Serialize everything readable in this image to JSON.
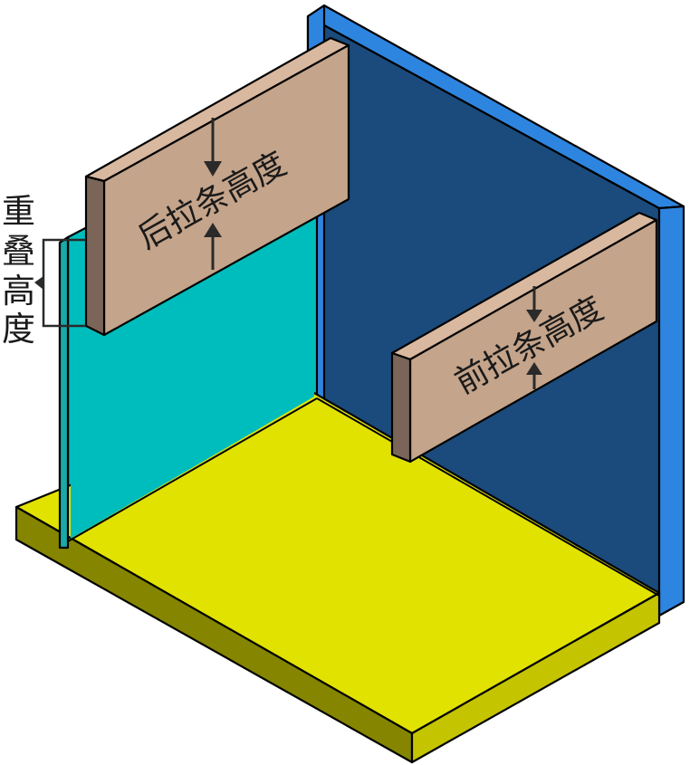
{
  "labels": {
    "rear_strip_height": "后拉条高度",
    "front_strip_height": "前拉条高度",
    "overlap_height": [
      "重",
      "叠",
      "高",
      "度"
    ]
  },
  "colors": {
    "back_panel": "#1B4B7C",
    "right_panel_edge": "#2E85E0",
    "left_panel": "#00BDBD",
    "left_panel_edge": "#1AA8A8",
    "floor_top": "#E2E200",
    "floor_left_side": "#C4C400",
    "floor_front_side": "#858500",
    "strip_face": "#C4A48A",
    "strip_top": "#D9B8A0",
    "strip_end": "#7A6558",
    "arrow": "#2a2a2a",
    "outline": "#000000"
  },
  "icons": {
    "arrow_down": "arrow-down-icon",
    "arrow_up": "arrow-up-icon",
    "bracket": "bracket-icon"
  }
}
